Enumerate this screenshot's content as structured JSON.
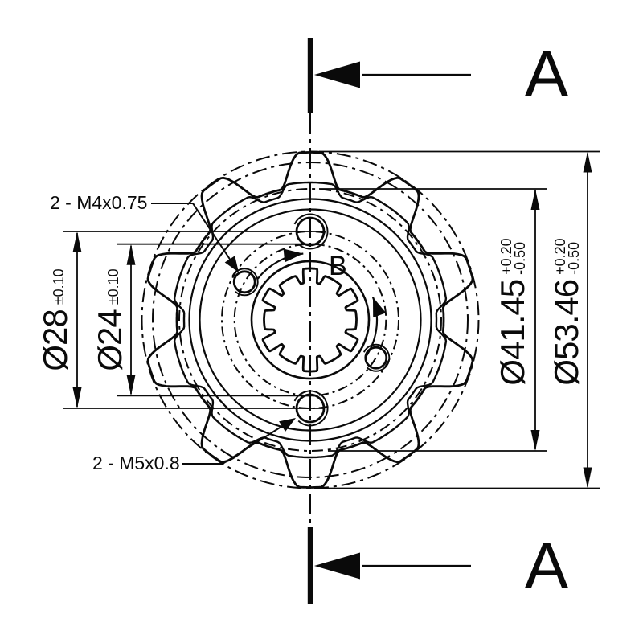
{
  "drawing": {
    "section_marker_top": "A",
    "section_marker_bottom": "A",
    "detail_label": "B",
    "callout_m4": "2 - M4x0.75",
    "callout_m5": "2 - M5x0.8",
    "dim_bc_m5": {
      "value": "Ø28",
      "tol": "±0.10"
    },
    "dim_bc_m4": {
      "value": "Ø24",
      "tol": "±0.10"
    },
    "dim_pitch": {
      "value": "Ø41.45",
      "tol_plus": "+0.20",
      "tol_minus": "-0.50"
    },
    "dim_outer": {
      "value": "Ø53.46",
      "tol_plus": "+0.20",
      "tol_minus": "-0.50"
    }
  },
  "colors": {
    "ink": "#0a0a0a",
    "background": "#ffffff"
  }
}
